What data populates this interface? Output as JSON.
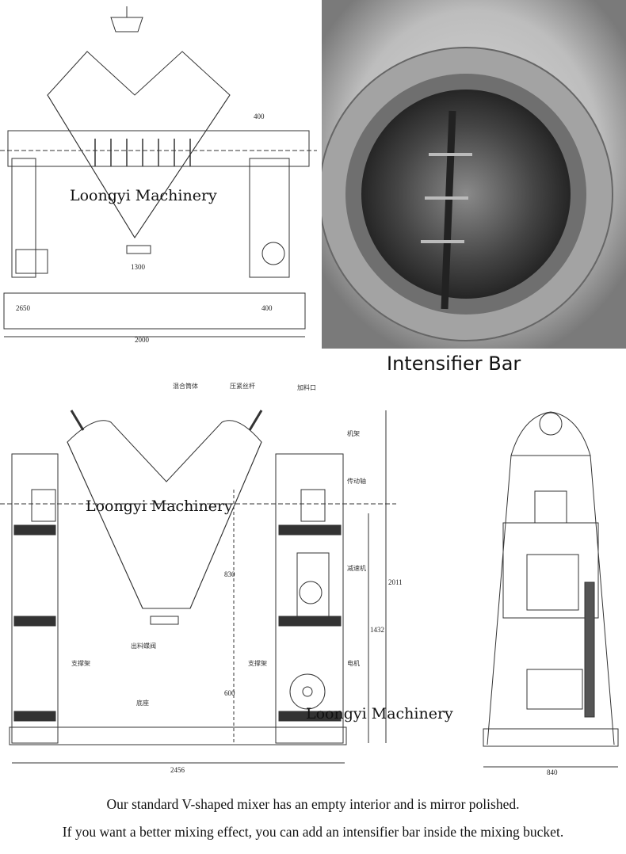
{
  "watermark": "Loongyi Machinery",
  "photo_caption": "Intensifier Bar",
  "front_view": {
    "labels": [
      "混合筒体",
      "压紧丝杆",
      "加料口",
      "机架",
      "传动轴",
      "减速机",
      "电机",
      "支撑架",
      "支撑架",
      "底座",
      "出料蝶阀"
    ],
    "dimensions": {
      "width": "2456",
      "total_height": "2011",
      "axis_height": "1432",
      "upper": "830",
      "lower": "600"
    }
  },
  "side_view": {
    "dimensions": {
      "width": "840"
    }
  },
  "top_drawing": {
    "dimensions": [
      "2000",
      "1300",
      "400",
      "400",
      "2650"
    ]
  },
  "captions": [
    "Our standard V-shaped mixer has an empty interior and  is mirror polished.",
    "If you want a better mixing effect, you can add an intensifier bar inside the mixing bucket."
  ]
}
